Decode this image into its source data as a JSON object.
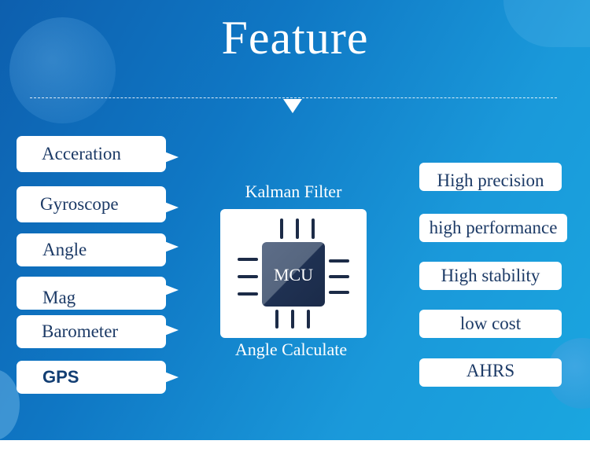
{
  "header": {
    "title": "Feature"
  },
  "inputs": [
    {
      "label": "Acceration"
    },
    {
      "label": "Gyroscope"
    },
    {
      "label": "Angle"
    },
    {
      "label": "Mag"
    },
    {
      "label": "Barometer"
    },
    {
      "label": "GPS"
    }
  ],
  "processor": {
    "top_label": "Kalman Filter",
    "chip_label": "MCU",
    "bottom_label": "Angle Calculate"
  },
  "features": [
    {
      "label": "High precision"
    },
    {
      "label": "high performance"
    },
    {
      "label": "High stability"
    },
    {
      "label": "low cost"
    },
    {
      "label": "AHRS"
    }
  ],
  "colors": {
    "background_start": "#0d5fae",
    "background_end": "#1aa6df",
    "chip_dark": "#1f3152",
    "chip_light": "#5a6a85",
    "text_dark": "#1c3a66"
  }
}
